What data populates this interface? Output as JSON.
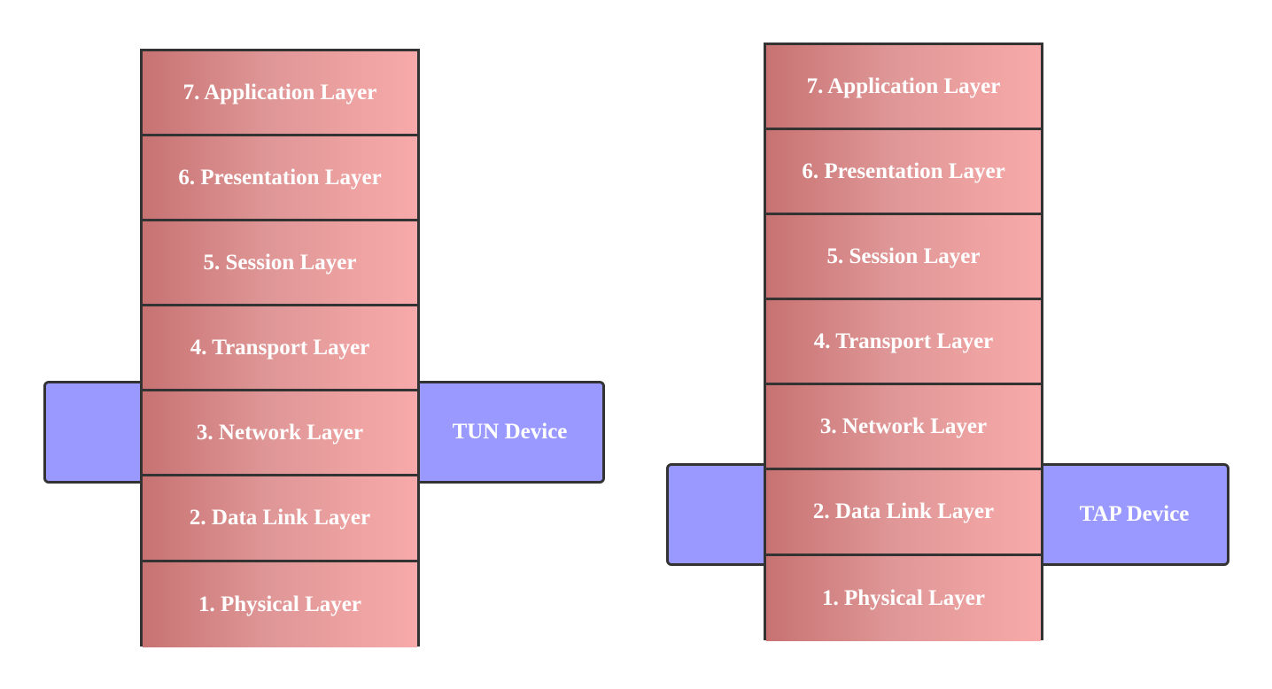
{
  "diagrams": [
    {
      "device_label": "TUN Device",
      "layers": [
        "7. Application Layer",
        "6. Presentation Layer",
        "5. Session Layer",
        "4. Transport Layer",
        "3. Network Layer",
        "2. Data Link Layer",
        "1. Physical Layer"
      ]
    },
    {
      "device_label": "TAP Device",
      "layers": [
        "7. Application Layer",
        "6. Presentation Layer",
        "5. Session Layer",
        "4. Transport Layer",
        "3. Network Layer",
        "2. Data Link Layer",
        "1. Physical Layer"
      ]
    }
  ],
  "colors": {
    "layer_gradient_start": "#c87272",
    "layer_gradient_end": "#f8aaaa",
    "device_fill": "#9999ff",
    "border": "#333333",
    "text": "#ffffff"
  }
}
